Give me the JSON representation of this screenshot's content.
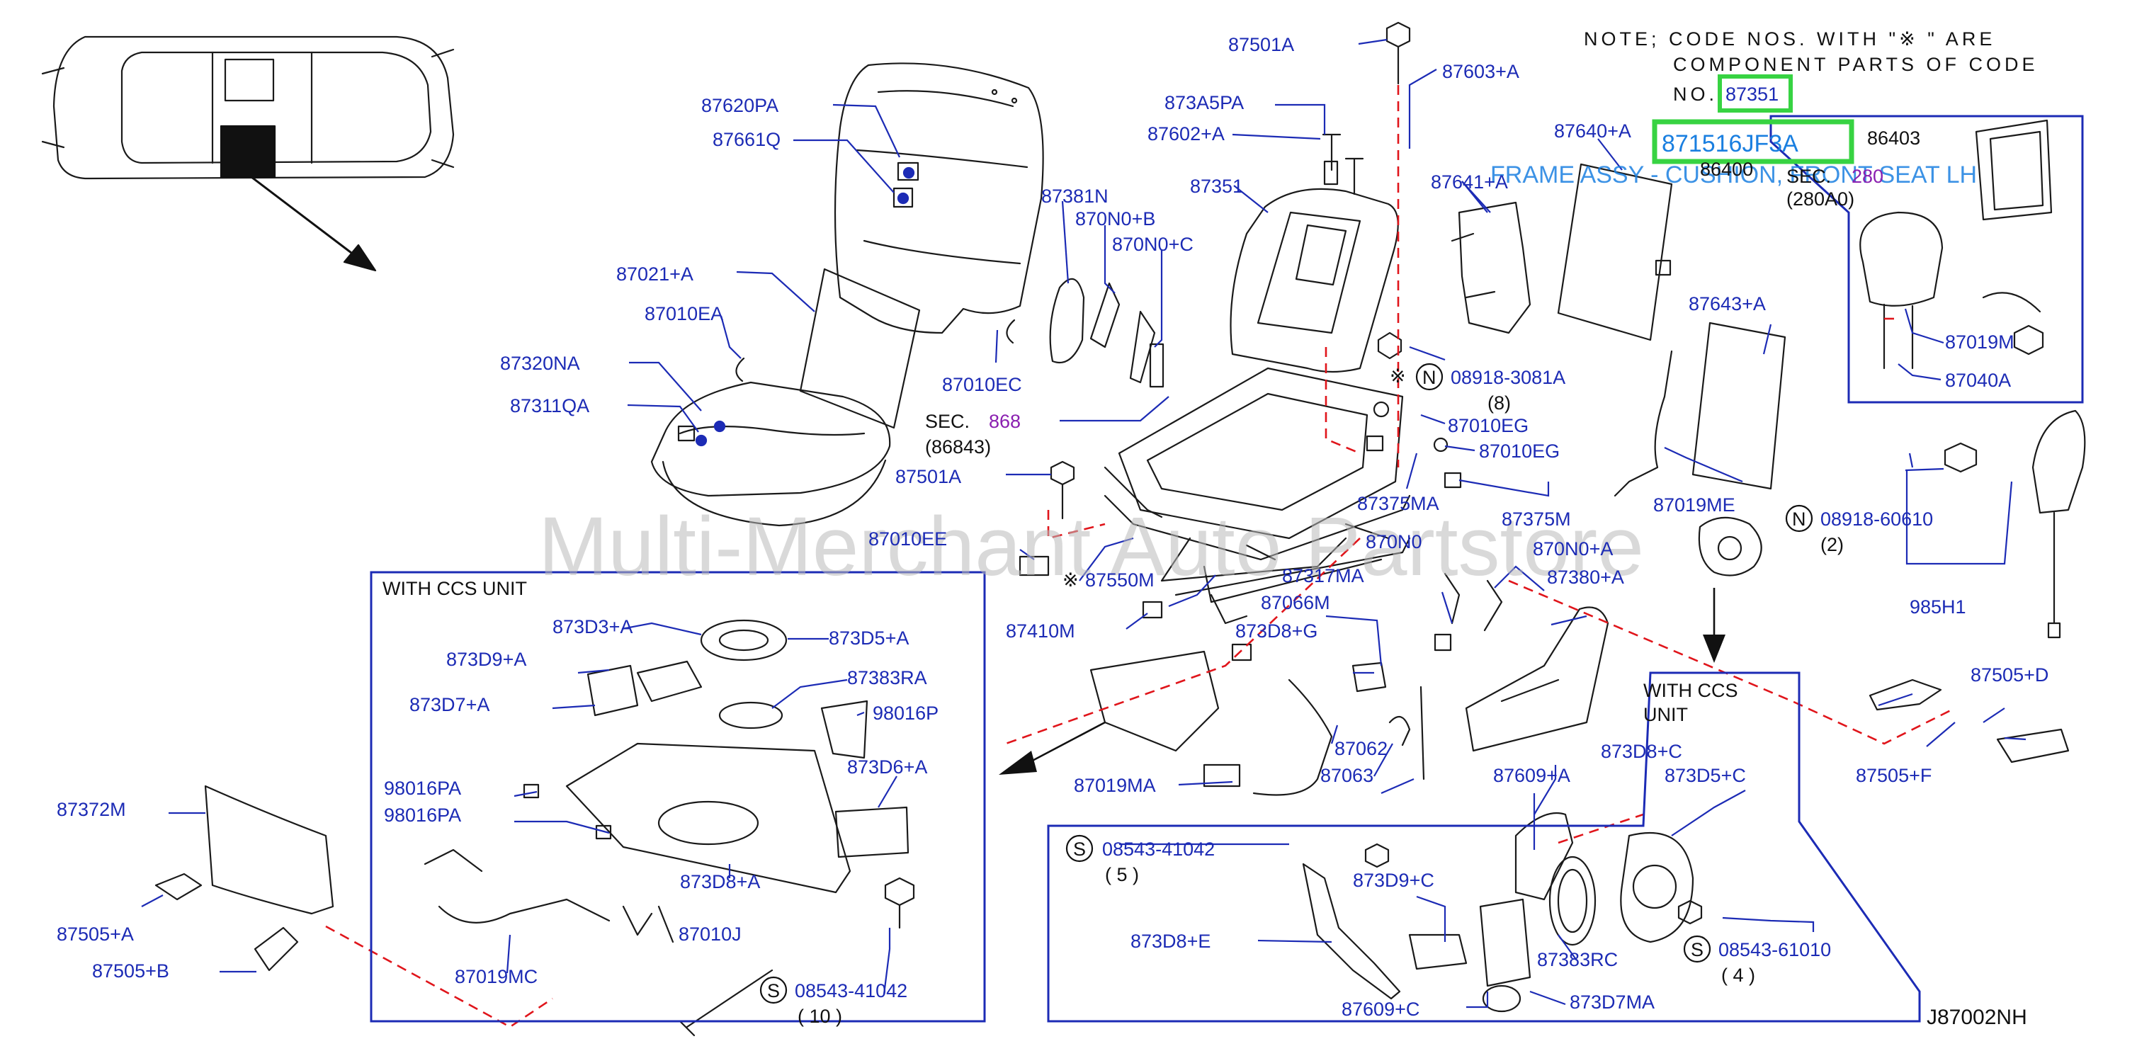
{
  "diagram": {
    "note": {
      "line1": "NOTE;  CODE  NOS.  WITH  \"※   \"  ARE",
      "line2": "COMPONENT  PARTS  OF  CODE",
      "line3_prefix": "NO.",
      "code": "87351"
    },
    "highlight": {
      "part_number": "871516JF3A",
      "description": "FRAME ASSY - CUSHION, FRONT SEAT LH"
    },
    "watermark": "Multi-Merchant Auto Partstore",
    "figure_code": "J87002NH",
    "groups": {
      "ccs_left": "WITH   CCS   UNIT",
      "ccs_right_1": "WITH    CCS",
      "ccs_right_2": "UNIT"
    },
    "sec_refs": {
      "sec_868_prefix": "SEC.",
      "sec_868_num": "868",
      "sec_868_sub": "(86843)",
      "sec_280_prefix": "SEC.",
      "sec_280_num": "280",
      "sec_280_sub": "(280A0)"
    },
    "fasteners": {
      "f1_code": "08918-3081A",
      "f1_qty": "(8)",
      "f2_code": "08918-60610",
      "f2_qty": "(2)",
      "f3_code": "08543-41042",
      "f3_qty": "( 5 )",
      "f4_code": "08543-61010",
      "f4_qty": "( 4 )",
      "f5_code": "08543-41042",
      "f5_qty": "( 10 )",
      "n_symbol": "N",
      "s_symbol": "S",
      "mark": "※"
    },
    "parts": [
      "87501A",
      "87603+A",
      "873A5PA",
      "87602+A",
      "87640+A",
      "86400",
      "86403",
      "87620PA",
      "87661Q",
      "87381N",
      "870N0+B",
      "870N0+C",
      "87351",
      "87641+A",
      "87021+A",
      "87010EA",
      "87320NA",
      "87311QA",
      "87010EC",
      "87643+A",
      "87019M",
      "87040A",
      "87010EG",
      "87010EG",
      "87501A",
      "87375MA",
      "87375M",
      "87019ME",
      "870N0",
      "870N0+A",
      "985H1",
      "87010EE",
      "87550M",
      "87317MA",
      "87380+A",
      "87066M",
      "87410M",
      "873D8+G",
      "87505+D",
      "873D3+A",
      "873D5+A",
      "873D9+A",
      "87383RA",
      "873D7+A",
      "98016P",
      "873D6+A",
      "98016PA",
      "98016PA",
      "873D8+A",
      "87372M",
      "87505+A",
      "87505+B",
      "87019MC",
      "87010J",
      "87062",
      "87063",
      "87019MA",
      "873D8+C",
      "87609+A",
      "873D5+C",
      "87505+F",
      "873D9+C",
      "873D8+E",
      "87383RC",
      "87609+C",
      "873D7MA"
    ]
  }
}
